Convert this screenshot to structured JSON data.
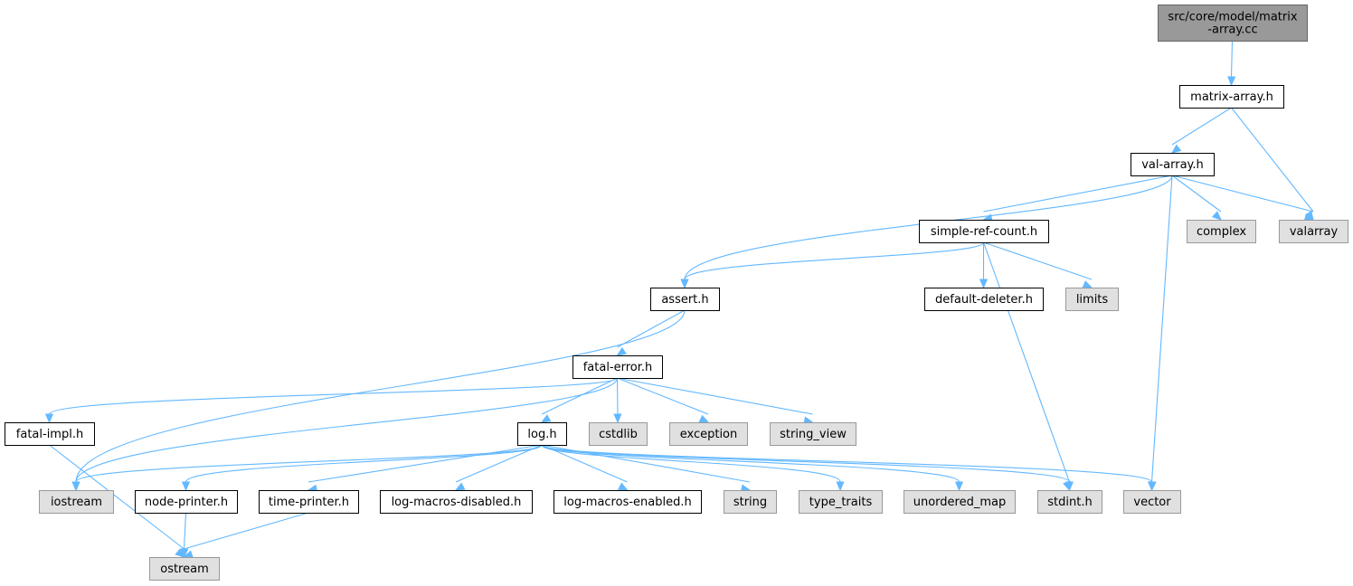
{
  "graph": {
    "title": "",
    "colors": {
      "edge": "#63b8ff",
      "root_fill": "#999999",
      "local_fill": "#ffffff",
      "system_fill": "#e0e0e0",
      "local_border": "#000000",
      "system_border": "#999999"
    },
    "nodes": [
      {
        "id": "root",
        "label": "src/core/model/matrix\n-array.cc",
        "kind": "root"
      },
      {
        "id": "matrix_array_h",
        "label": "matrix-array.h",
        "kind": "local"
      },
      {
        "id": "val_array_h",
        "label": "val-array.h",
        "kind": "local"
      },
      {
        "id": "simple_ref_count_h",
        "label": "simple-ref-count.h",
        "kind": "local"
      },
      {
        "id": "complex",
        "label": "complex",
        "kind": "system"
      },
      {
        "id": "valarray",
        "label": "valarray",
        "kind": "system"
      },
      {
        "id": "assert_h",
        "label": "assert.h",
        "kind": "local"
      },
      {
        "id": "default_deleter_h",
        "label": "default-deleter.h",
        "kind": "local"
      },
      {
        "id": "limits",
        "label": "limits",
        "kind": "system"
      },
      {
        "id": "fatal_error_h",
        "label": "fatal-error.h",
        "kind": "local"
      },
      {
        "id": "fatal_impl_h",
        "label": "fatal-impl.h",
        "kind": "local"
      },
      {
        "id": "log_h",
        "label": "log.h",
        "kind": "local"
      },
      {
        "id": "cstdlib",
        "label": "cstdlib",
        "kind": "system"
      },
      {
        "id": "exception",
        "label": "exception",
        "kind": "system"
      },
      {
        "id": "string_view",
        "label": "string_view",
        "kind": "system"
      },
      {
        "id": "iostream",
        "label": "iostream",
        "kind": "system"
      },
      {
        "id": "node_printer_h",
        "label": "node-printer.h",
        "kind": "local"
      },
      {
        "id": "time_printer_h",
        "label": "time-printer.h",
        "kind": "local"
      },
      {
        "id": "log_macros_disabled_h",
        "label": "log-macros-disabled.h",
        "kind": "local"
      },
      {
        "id": "log_macros_enabled_h",
        "label": "log-macros-enabled.h",
        "kind": "local"
      },
      {
        "id": "string",
        "label": "string",
        "kind": "system"
      },
      {
        "id": "type_traits",
        "label": "type_traits",
        "kind": "system"
      },
      {
        "id": "unordered_map",
        "label": "unordered_map",
        "kind": "system"
      },
      {
        "id": "stdint_h",
        "label": "stdint.h",
        "kind": "system"
      },
      {
        "id": "vector",
        "label": "vector",
        "kind": "system"
      },
      {
        "id": "ostream",
        "label": "ostream",
        "kind": "system"
      }
    ],
    "edges": [
      [
        "root",
        "matrix_array_h"
      ],
      [
        "matrix_array_h",
        "val_array_h"
      ],
      [
        "matrix_array_h",
        "valarray"
      ],
      [
        "val_array_h",
        "simple_ref_count_h"
      ],
      [
        "val_array_h",
        "assert_h"
      ],
      [
        "val_array_h",
        "complex"
      ],
      [
        "val_array_h",
        "valarray"
      ],
      [
        "val_array_h",
        "vector"
      ],
      [
        "simple_ref_count_h",
        "assert_h"
      ],
      [
        "simple_ref_count_h",
        "default_deleter_h"
      ],
      [
        "simple_ref_count_h",
        "limits"
      ],
      [
        "simple_ref_count_h",
        "stdint_h"
      ],
      [
        "assert_h",
        "fatal_error_h"
      ],
      [
        "assert_h",
        "iostream"
      ],
      [
        "fatal_error_h",
        "fatal_impl_h"
      ],
      [
        "fatal_error_h",
        "log_h"
      ],
      [
        "fatal_error_h",
        "cstdlib"
      ],
      [
        "fatal_error_h",
        "exception"
      ],
      [
        "fatal_error_h",
        "string_view"
      ],
      [
        "fatal_error_h",
        "iostream"
      ],
      [
        "fatal_impl_h",
        "ostream"
      ],
      [
        "log_h",
        "iostream"
      ],
      [
        "log_h",
        "node_printer_h"
      ],
      [
        "log_h",
        "time_printer_h"
      ],
      [
        "log_h",
        "log_macros_disabled_h"
      ],
      [
        "log_h",
        "log_macros_enabled_h"
      ],
      [
        "log_h",
        "string"
      ],
      [
        "log_h",
        "type_traits"
      ],
      [
        "log_h",
        "unordered_map"
      ],
      [
        "log_h",
        "stdint_h"
      ],
      [
        "log_h",
        "vector"
      ],
      [
        "node_printer_h",
        "ostream"
      ],
      [
        "time_printer_h",
        "ostream"
      ]
    ]
  }
}
